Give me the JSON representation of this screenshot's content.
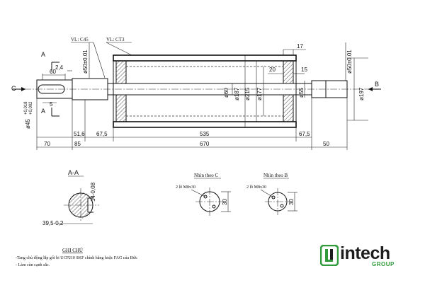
{
  "main_view": {
    "label_vl_c45": "VL: C45",
    "label_vl_ct3": "VL: CT3",
    "section_a_top": "A",
    "section_a_bottom": "A",
    "view_c": "C",
    "view_b": "B",
    "dim_60": "60",
    "dim_2_4": "2,4",
    "dim_5": "5",
    "dim_d50_left": "ø50±0.01",
    "dim_d45": "ø45",
    "dim_d45_tol_top": "+0,018",
    "dim_d45_tol_bottom": "+0,002",
    "dim_d60": "ø60",
    "dim_d187": "ø187",
    "dim_d215": "ø215",
    "dim_d177": "ø177",
    "dim_d55": "ø55",
    "dim_d197": "ø197",
    "dim_d50_right": "ø50±0.01",
    "dim_17": "17",
    "dim_20": "20",
    "dim_15": "15",
    "dim_70": "70",
    "dim_85": "85",
    "dim_51_6": "51,6",
    "dim_67_5_left": "67,5",
    "dim_535": "535",
    "dim_67_5_right": "67,5",
    "dim_670": "670",
    "dim_50": "50"
  },
  "section_aa": {
    "title": "A-A",
    "dim_14": "14-0,08",
    "dim_39_5": "39,5-0,2"
  },
  "view_c_detail": {
    "title": "Nhìn theo C",
    "thread": "2 lỗ M8x30",
    "dim": "30"
  },
  "view_b_detail": {
    "title": "Nhìn theo B",
    "thread": "2 lỗ M8x30",
    "dim": "30"
  },
  "notes": {
    "heading": "GHI CHÚ",
    "line1": "-Tang chủ động lắp gối bi UCP210 SKF chính hãng hoặc FAG của Đức",
    "line2": "- Làm cùn cạnh sắc."
  },
  "logo": {
    "wordmark": "intech",
    "group": "GROUP",
    "colors": {
      "mark": "#2f9b3a",
      "text": "#1d1d1d",
      "accent": "#2f9b3a"
    }
  }
}
